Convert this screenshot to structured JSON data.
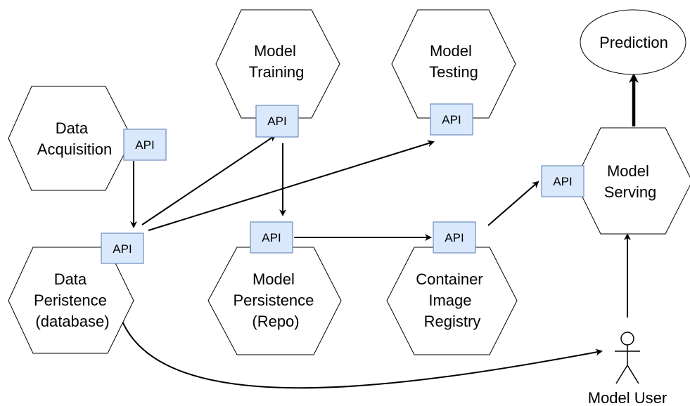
{
  "colors": {
    "api_fill": "#dae8fc",
    "api_stroke": "#6c8ebf",
    "line": "#000000",
    "shape_fill": "#ffffff"
  },
  "nodes": {
    "data_acquisition": {
      "lines": [
        "Data",
        "Acquisition"
      ]
    },
    "model_training": {
      "lines": [
        "Model",
        "Training"
      ]
    },
    "model_testing": {
      "lines": [
        "Model",
        "Testing"
      ]
    },
    "data_persistence": {
      "lines": [
        "Data",
        "Peristence",
        "(database)"
      ]
    },
    "model_persistence": {
      "lines": [
        "Model",
        "Persistence",
        "(Repo)"
      ]
    },
    "container_registry": {
      "lines": [
        "Container",
        "Image",
        "Registry"
      ]
    },
    "model_serving": {
      "lines": [
        "Model",
        "Serving"
      ]
    },
    "prediction": {
      "label": "Prediction"
    },
    "model_user": {
      "label": "Model User",
      "icon": "actor-stick-figure-icon"
    }
  },
  "api_label": "API"
}
